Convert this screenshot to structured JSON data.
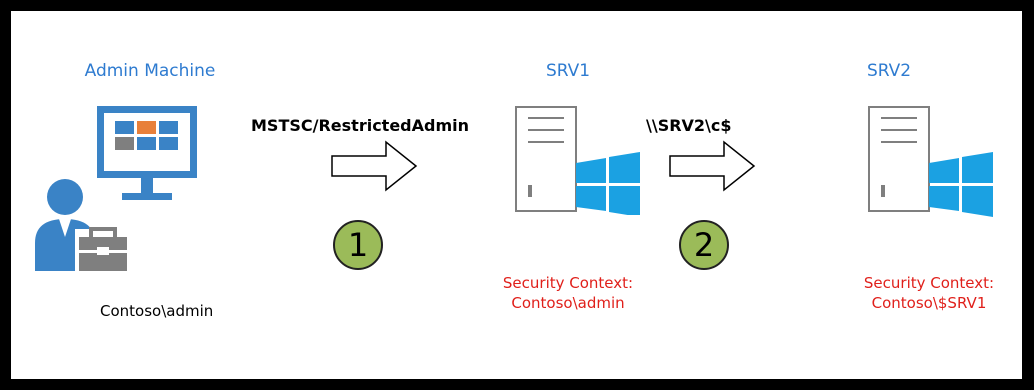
{
  "nodes": {
    "admin": {
      "title": "Admin Machine",
      "identity": "Contoso\\admin"
    },
    "srv1": {
      "title": "SRV1",
      "context_line1": "Security Context:",
      "context_line2": "Contoso\\admin"
    },
    "srv2": {
      "title": "SRV2",
      "context_line1": "Security Context:",
      "context_line2": "Contoso\\$SRV1"
    }
  },
  "steps": [
    {
      "number": "1",
      "label": "MSTSC/RestrictedAdmin"
    },
    {
      "number": "2",
      "label": "\\\\SRV2\\c$"
    }
  ],
  "colors": {
    "title_blue": "#2e7bd0",
    "context_red": "#e0201b",
    "step_green": "#9bbb59",
    "monitor_blue": "#3a83c6",
    "tile_gray": "#7f7f7f",
    "tile_orange": "#e8803a",
    "windows_blue": "#1ba1e2"
  }
}
